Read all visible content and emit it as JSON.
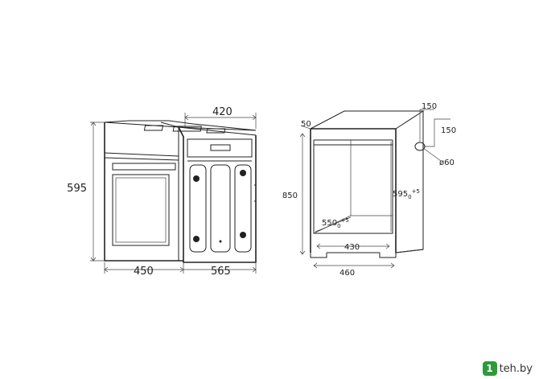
{
  "oven_dims": {
    "height": "595",
    "front_width": "450",
    "depth": "565",
    "top_depth": "420"
  },
  "niche_dims": {
    "top_offset": "50",
    "total_height": "850",
    "opening_height": "595",
    "opening_height_tol": "0",
    "opening_height_tol_plus": "+5",
    "inner_depth": "550",
    "inner_depth_tol": "0",
    "inner_depth_tol_plus": "+5",
    "inner_width": "430",
    "outer_width": "460",
    "hole_offset_x": "150",
    "hole_offset_y": "150",
    "hole_diameter": "ø60"
  },
  "watermark": {
    "badge": "1",
    "text": "teh.by"
  }
}
